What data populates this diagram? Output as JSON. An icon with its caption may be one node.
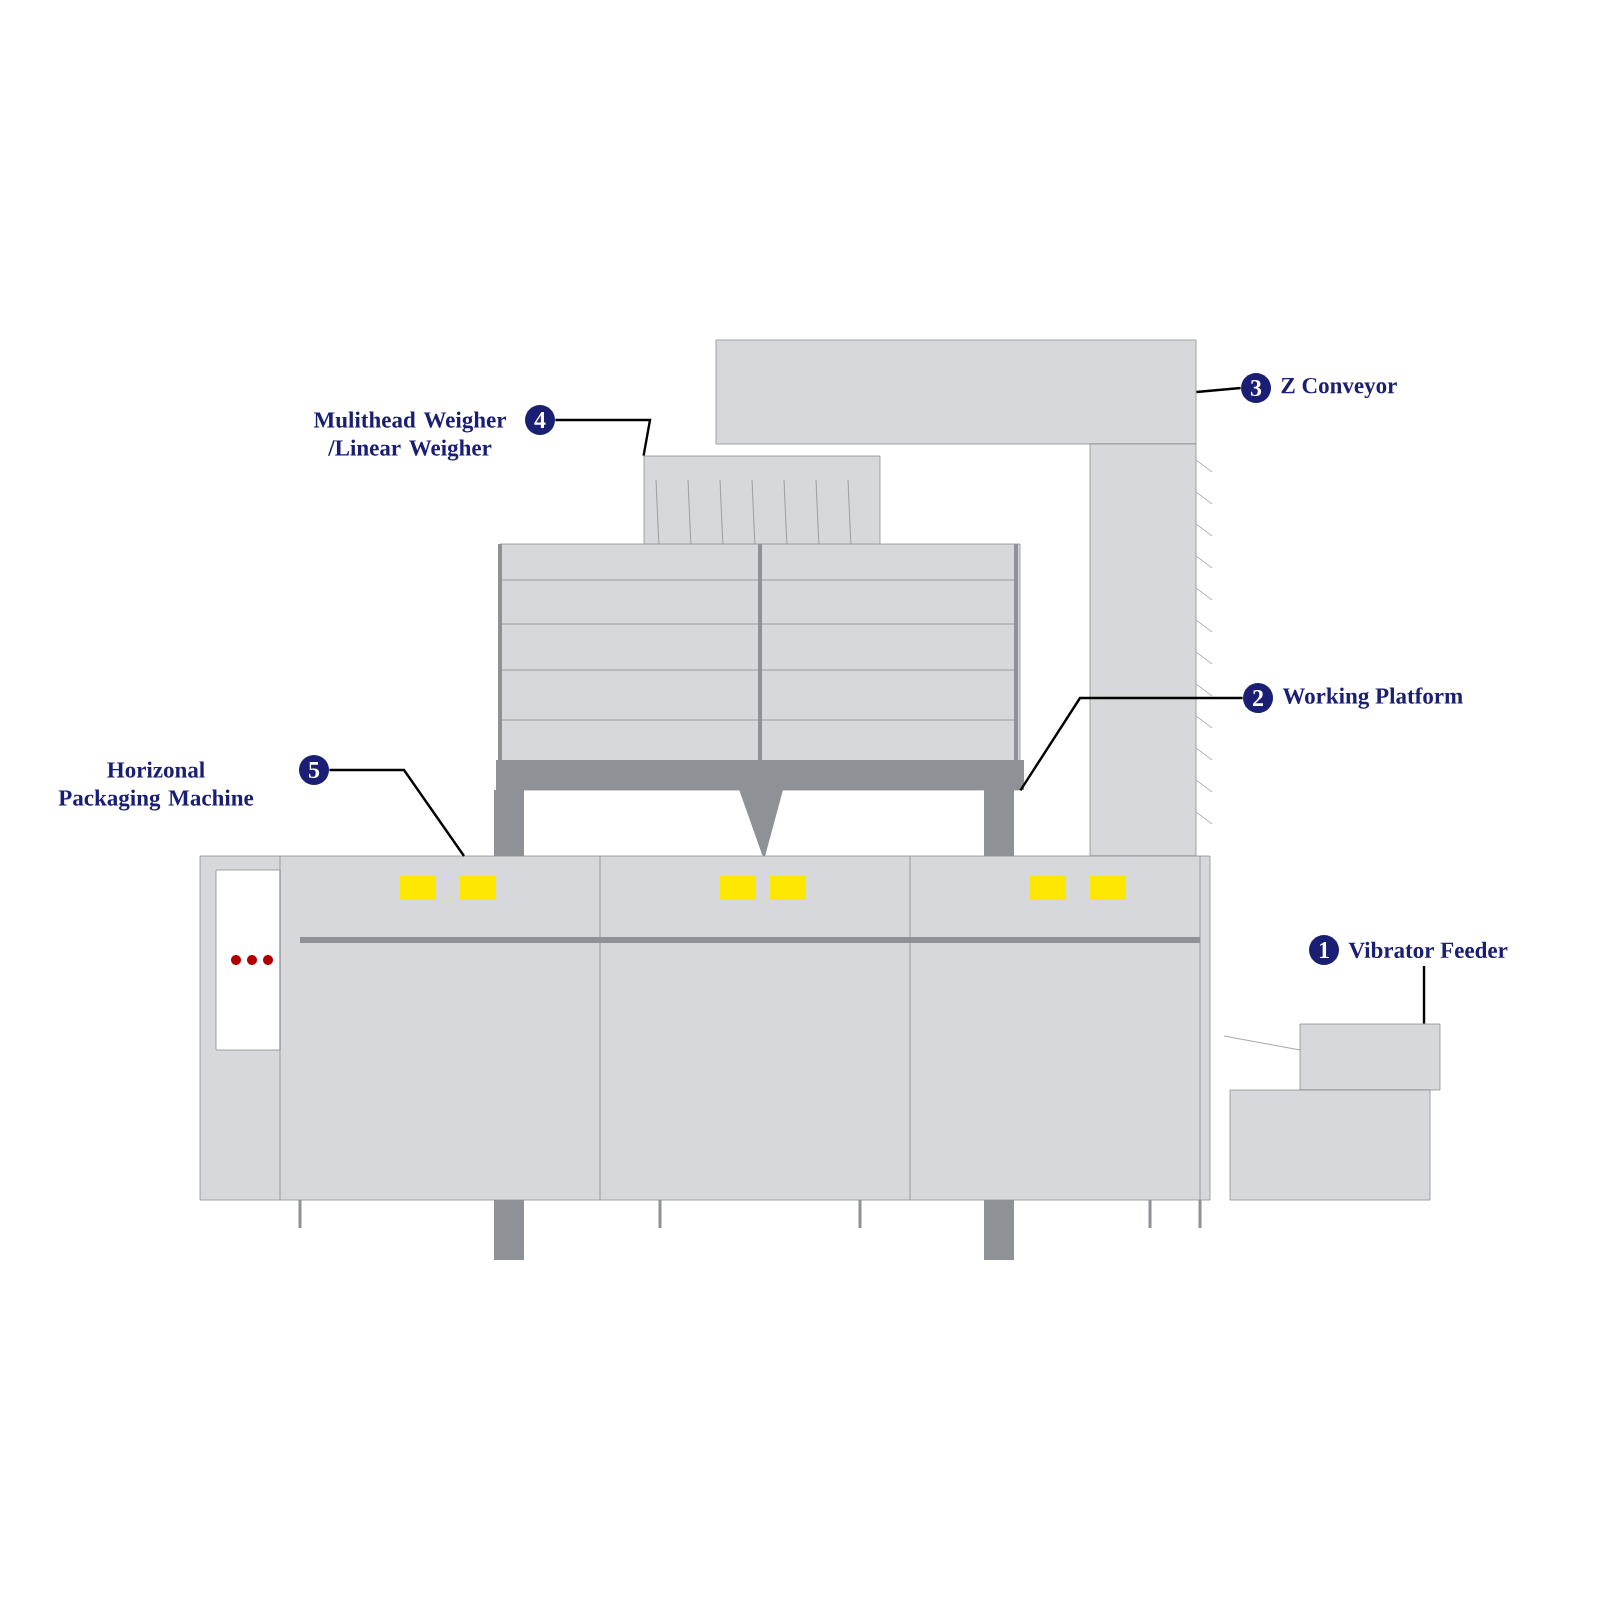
{
  "diagram": {
    "nodes": [
      {
        "text": [
          "Mulithead Weigher /Linear Weigher",
          "4"
        ]
      },
      {
        "text": [
          "3",
          "Z Conveyor"
        ]
      },
      {
        "text": [
          "2",
          "Working Platform"
        ]
      },
      {
        "text": [
          "Horizonal Packaging Machine",
          "5"
        ]
      },
      {
        "text": [
          "1",
          "Vibrator Feeder"
        ]
      },
      {
        "text": [],
        "shape": "box"
      },
      {
        "text": [],
        "shape": "box"
      },
      {
        "text": [],
        "shape": "box"
      },
      {
        "text": [],
        "shape": "box"
      },
      {
        "text": [],
        "shape": "box"
      }
    ],
    "edges": [
      {
        "from": 0,
        "to": 5,
        "arrow": "none"
      },
      {
        "from": 1,
        "to": 6,
        "arrow": "none"
      },
      {
        "from": 2,
        "to": 7,
        "arrow": "none"
      },
      {
        "from": 3,
        "to": 8,
        "arrow": "none"
      },
      {
        "from": 4,
        "to": 9,
        "arrow": "none"
      }
    ]
  }
}
